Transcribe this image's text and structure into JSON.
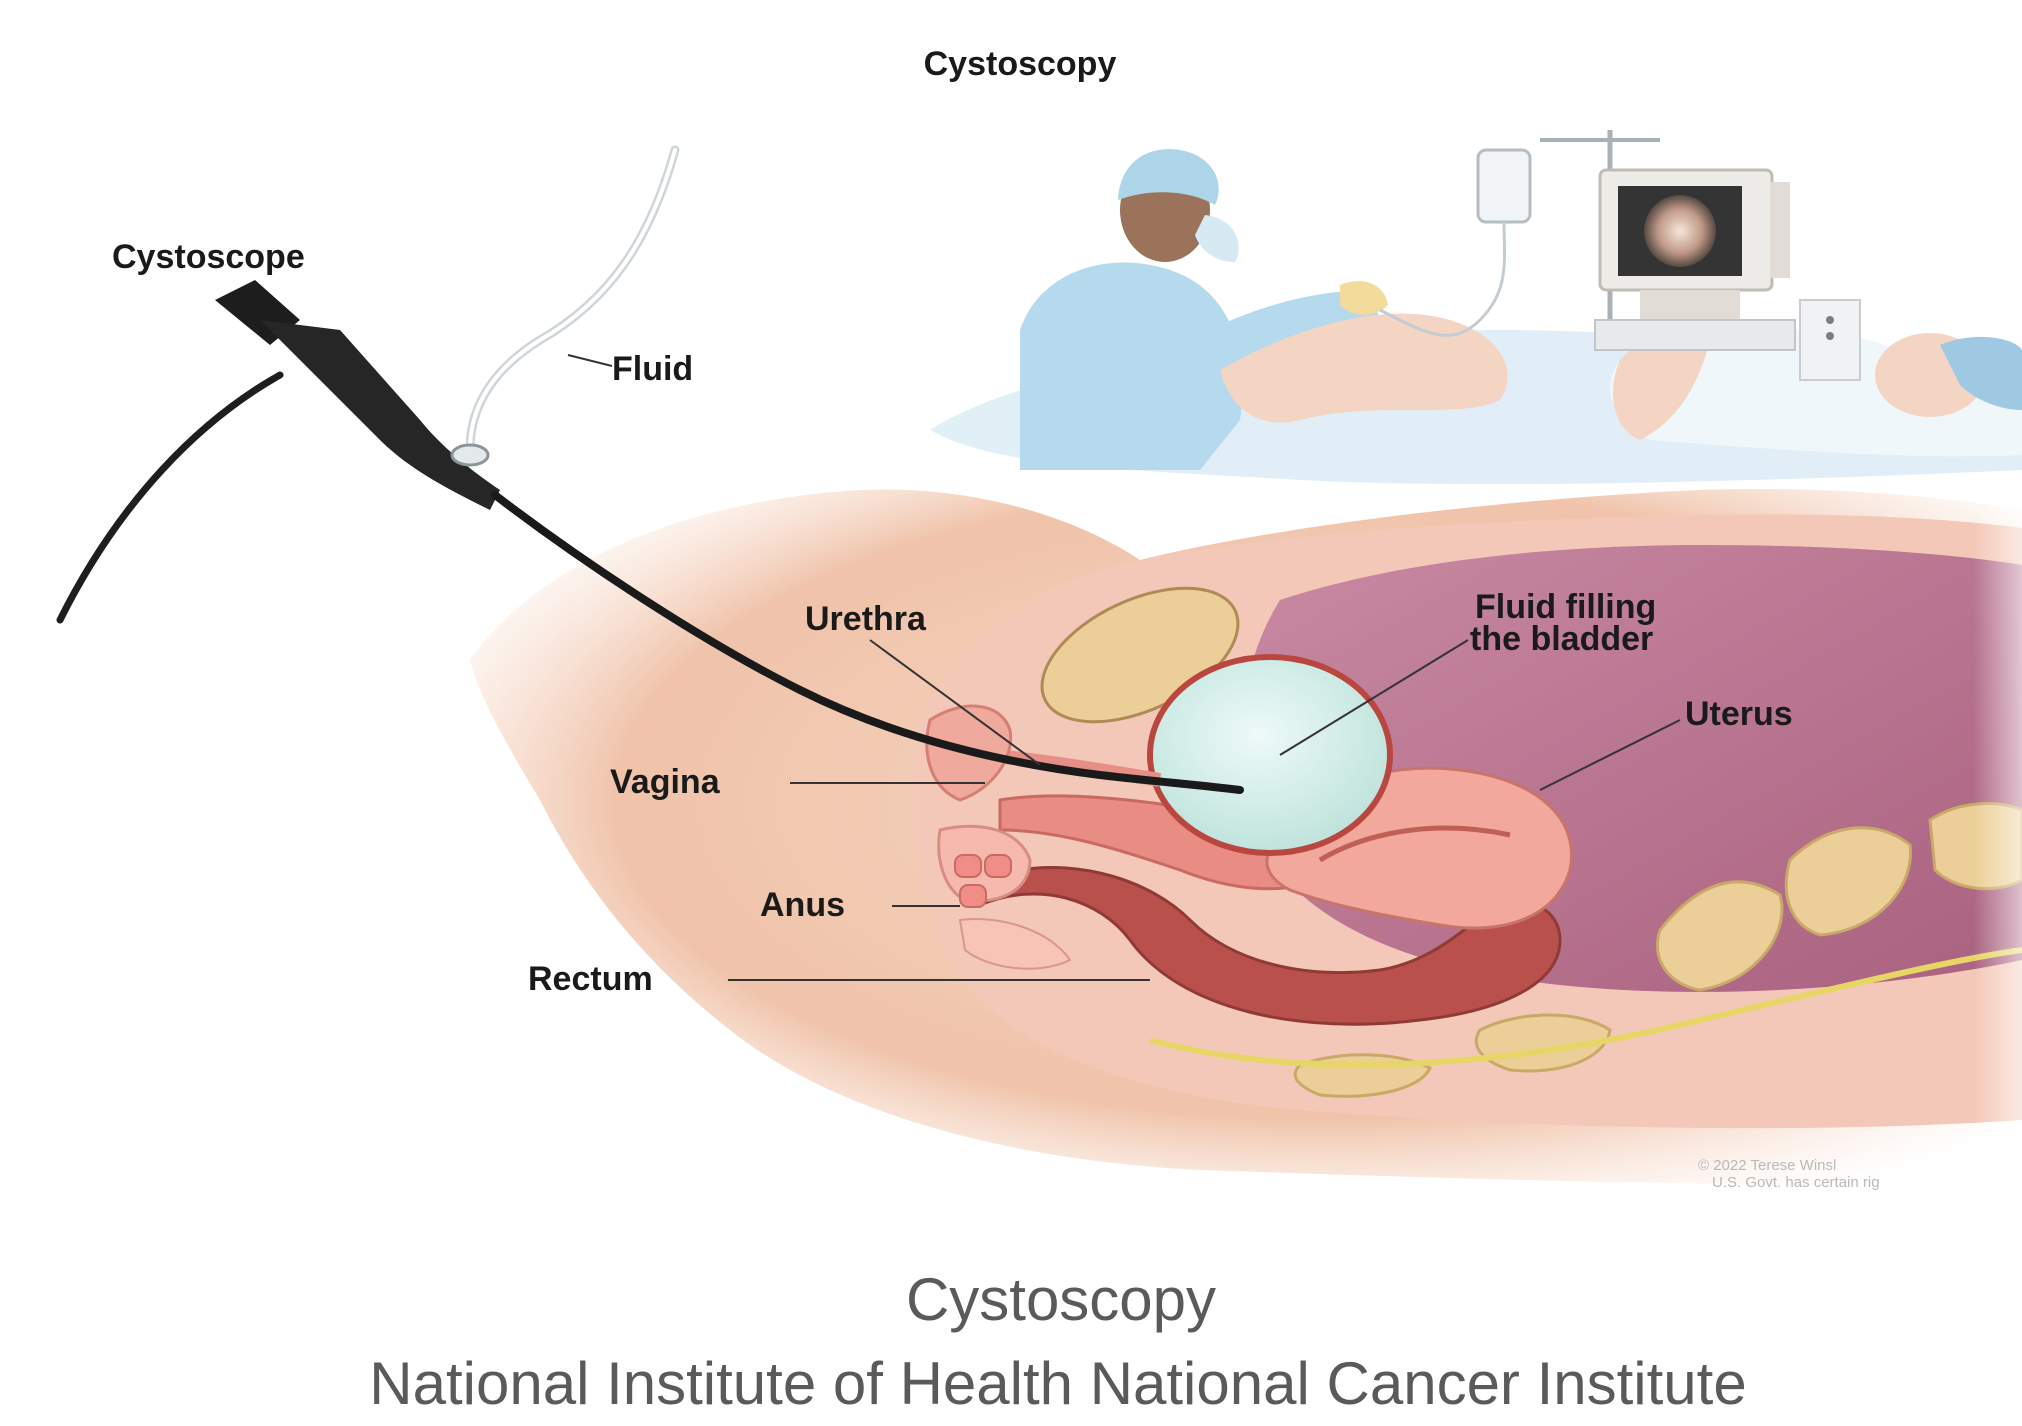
{
  "figure": {
    "title": "Cystoscopy",
    "labels": {
      "cystoscope": "Cystoscope",
      "fluid": "Fluid",
      "urethra": "Urethra",
      "fluid_filling_line1": "Fluid filling",
      "fluid_filling_line2": "the bladder",
      "uterus": "Uterus",
      "vagina": "Vagina",
      "anus": "Anus",
      "rectum": "Rectum"
    },
    "credit_line1": "© 2022 Terese Winsl",
    "credit_line2": "U.S. Govt. has certain rig"
  },
  "caption": {
    "title": "Cystoscopy",
    "source": "National Institute of Health National Cancer Institute"
  },
  "colors": {
    "skin": "#f2c9b1",
    "flesh": "#e9a08e",
    "bladder_fluid": "#d9f0ec",
    "bone": "#eccf98",
    "pelvic_cavity": "#c47c97",
    "rectum": "#b9504b",
    "scrubs": "#a9d3ea",
    "scope": "#1d1d1d"
  }
}
